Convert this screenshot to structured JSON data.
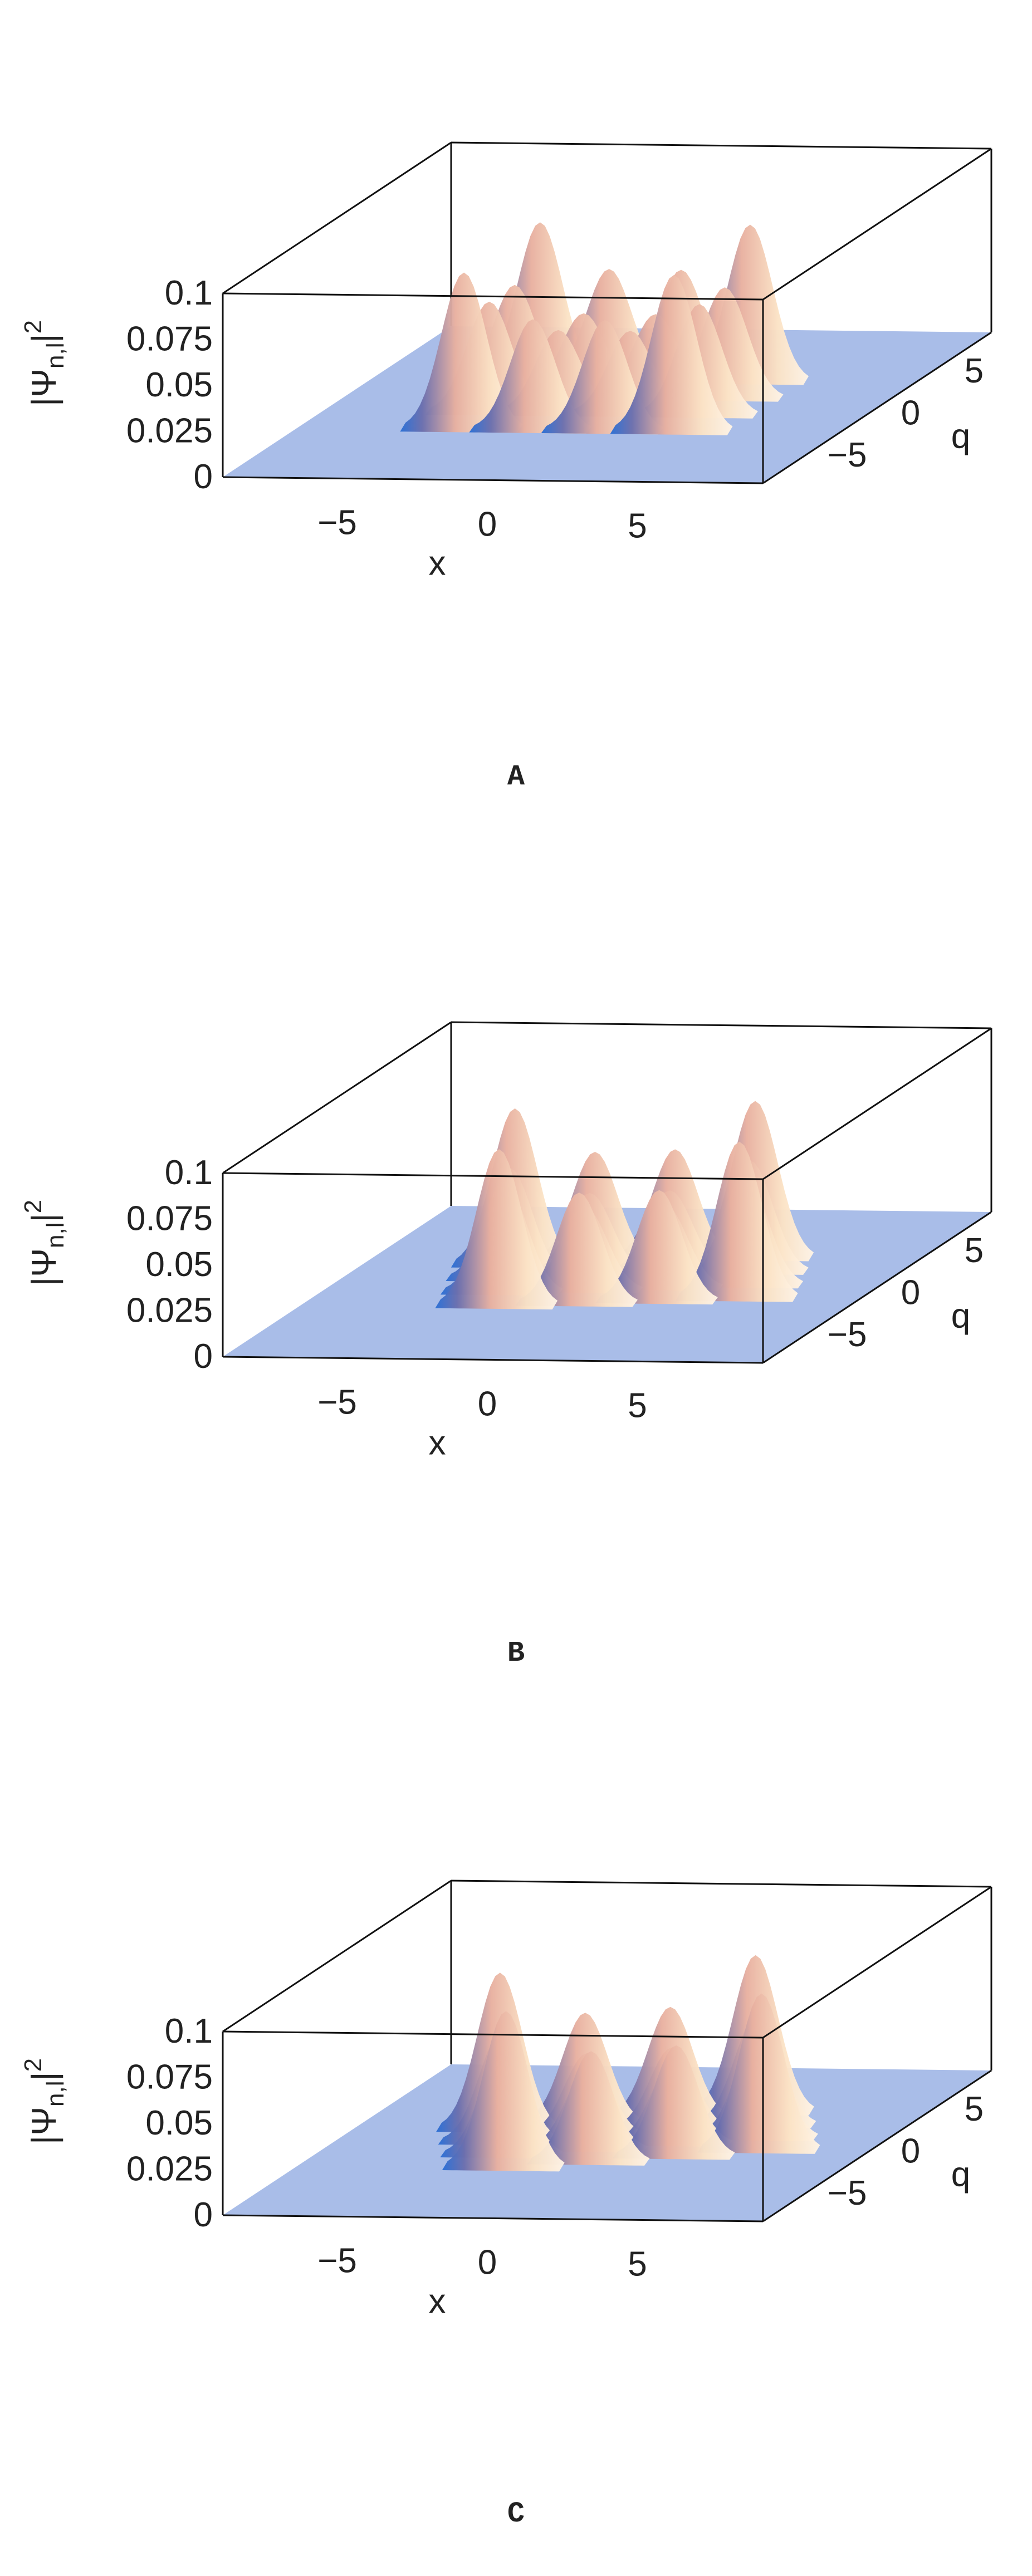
{
  "chart_data": [
    {
      "type": "surface3d",
      "caption": "A",
      "zlabel": "|Ψn,l|2",
      "zlabel_parts": {
        "psi": "|Ψ",
        "sub": "n,l",
        "bar": "|",
        "sup": "2"
      },
      "xlabel": "x",
      "ylabel": "q",
      "xlim": [
        -9,
        9
      ],
      "ylim": [
        -9,
        9
      ],
      "zlim": [
        0,
        0.1
      ],
      "xticks": [
        -5,
        0,
        5
      ],
      "yticks": [
        -5,
        0,
        5
      ],
      "zticks": [
        0,
        0.025,
        0.05,
        0.075,
        0.1
      ],
      "xtick_labels": [
        "−5",
        "0",
        "5"
      ],
      "ytick_labels": [
        "−5",
        "0",
        "5"
      ],
      "ztick_labels": [
        "0",
        "0.025",
        "0.05",
        "0.075",
        "0.1"
      ],
      "peaks": [
        {
          "x": -3.5,
          "q": 3.0,
          "z": 0.085
        },
        {
          "x": -1.2,
          "q": 3.0,
          "z": 0.06
        },
        {
          "x": 1.2,
          "q": 3.0,
          "z": 0.06
        },
        {
          "x": 3.5,
          "q": 3.0,
          "z": 0.085
        },
        {
          "x": -3.5,
          "q": 1.0,
          "z": 0.06
        },
        {
          "x": -1.2,
          "q": 1.0,
          "z": 0.045
        },
        {
          "x": 1.2,
          "q": 1.0,
          "z": 0.045
        },
        {
          "x": 3.5,
          "q": 1.0,
          "z": 0.06
        },
        {
          "x": -3.5,
          "q": -1.0,
          "z": 0.06
        },
        {
          "x": -1.2,
          "q": -1.0,
          "z": 0.045
        },
        {
          "x": 1.2,
          "q": -1.0,
          "z": 0.045
        },
        {
          "x": 3.5,
          "q": -1.0,
          "z": 0.06
        },
        {
          "x": -3.5,
          "q": -3.0,
          "z": 0.085
        },
        {
          "x": -1.2,
          "q": -3.0,
          "z": 0.06
        },
        {
          "x": 1.2,
          "q": -3.0,
          "z": 0.06
        },
        {
          "x": 3.5,
          "q": -3.0,
          "z": 0.085
        }
      ]
    },
    {
      "type": "surface3d",
      "caption": "B",
      "zlabel": "|Ψn,l|2",
      "zlabel_parts": {
        "psi": "|Ψ",
        "sub": "n,l",
        "bar": "|",
        "sup": "2"
      },
      "xlabel": "x",
      "ylabel": "q",
      "xlim": [
        -9,
        9
      ],
      "ylim": [
        -9,
        9
      ],
      "zlim": [
        0,
        0.1
      ],
      "xticks": [
        -5,
        0,
        5
      ],
      "yticks": [
        -5,
        0,
        5
      ],
      "zticks": [
        0,
        0.025,
        0.05,
        0.075,
        0.1
      ],
      "xtick_labels": [
        "−5",
        "0",
        "5"
      ],
      "ytick_labels": [
        "−5",
        "0",
        "5"
      ],
      "ztick_labels": [
        "0",
        "0.025",
        "0.05",
        "0.075",
        "0.1"
      ],
      "peaks": [
        {
          "x": -4.0,
          "q": 2.2,
          "z": 0.085
        },
        {
          "x": -1.5,
          "q": 2.6,
          "z": 0.06
        },
        {
          "x": 1.0,
          "q": 3.0,
          "z": 0.06
        },
        {
          "x": 3.5,
          "q": 3.4,
          "z": 0.085
        },
        {
          "x": -3.5,
          "q": 0.6,
          "z": 0.06
        },
        {
          "x": -1.0,
          "q": 1.0,
          "z": 0.045
        },
        {
          "x": 1.5,
          "q": 1.4,
          "z": 0.045
        },
        {
          "x": 4.0,
          "q": 1.8,
          "z": 0.06
        },
        {
          "x": -3.0,
          "q": -1.0,
          "z": 0.06
        },
        {
          "x": -0.5,
          "q": -0.6,
          "z": 0.045
        },
        {
          "x": 2.0,
          "q": -0.2,
          "z": 0.045
        },
        {
          "x": 4.5,
          "q": 0.2,
          "z": 0.06
        },
        {
          "x": -2.5,
          "q": -2.6,
          "z": 0.085
        },
        {
          "x": 0.0,
          "q": -2.2,
          "z": 0.06
        },
        {
          "x": 2.5,
          "q": -1.8,
          "z": 0.06
        },
        {
          "x": 5.0,
          "q": -1.4,
          "z": 0.085
        }
      ]
    },
    {
      "type": "surface3d",
      "caption": "C",
      "zlabel": "|Ψn,l|2",
      "zlabel_parts": {
        "psi": "|Ψ",
        "sub": "n,l",
        "bar": "|",
        "sup": "2"
      },
      "xlabel": "x",
      "ylabel": "q",
      "xlim": [
        -9,
        9
      ],
      "ylim": [
        -9,
        9
      ],
      "zlim": [
        0,
        0.1
      ],
      "xticks": [
        -5,
        0,
        5
      ],
      "yticks": [
        -5,
        0,
        5
      ],
      "zticks": [
        0,
        0.025,
        0.05,
        0.075,
        0.1
      ],
      "xtick_labels": [
        "−5",
        "0",
        "5"
      ],
      "ytick_labels": [
        "−5",
        "0",
        "5"
      ],
      "ztick_labels": [
        "0",
        "0.025",
        "0.05",
        "0.075",
        "0.1"
      ],
      "peaks": [
        {
          "x": -4.2,
          "q": 1.5,
          "z": 0.085
        },
        {
          "x": -1.7,
          "q": 2.3,
          "z": 0.06
        },
        {
          "x": 0.8,
          "q": 3.1,
          "z": 0.06
        },
        {
          "x": 3.3,
          "q": 3.9,
          "z": 0.085
        },
        {
          "x": -3.5,
          "q": 0.0,
          "z": 0.06
        },
        {
          "x": -1.0,
          "q": 0.8,
          "z": 0.045
        },
        {
          "x": 1.5,
          "q": 1.6,
          "z": 0.045
        },
        {
          "x": 4.0,
          "q": 2.4,
          "z": 0.06
        },
        {
          "x": -2.8,
          "q": -1.5,
          "z": 0.06
        },
        {
          "x": -0.3,
          "q": -0.7,
          "z": 0.045
        },
        {
          "x": 2.2,
          "q": 0.1,
          "z": 0.045
        },
        {
          "x": 4.7,
          "q": 0.9,
          "z": 0.06
        },
        {
          "x": -2.1,
          "q": -3.0,
          "z": 0.085
        },
        {
          "x": 0.4,
          "q": -2.2,
          "z": 0.06
        },
        {
          "x": 2.9,
          "q": -1.4,
          "z": 0.06
        },
        {
          "x": 5.4,
          "q": -0.6,
          "z": 0.085
        }
      ]
    }
  ],
  "colors": {
    "floor": "#a9bde8",
    "box_edge": "#111111",
    "peak_light": "#fbe3c6",
    "peak_mid": "#e8b0a0",
    "peak_dark": "#6b6fae",
    "peak_edge": "#2a6fd6"
  }
}
